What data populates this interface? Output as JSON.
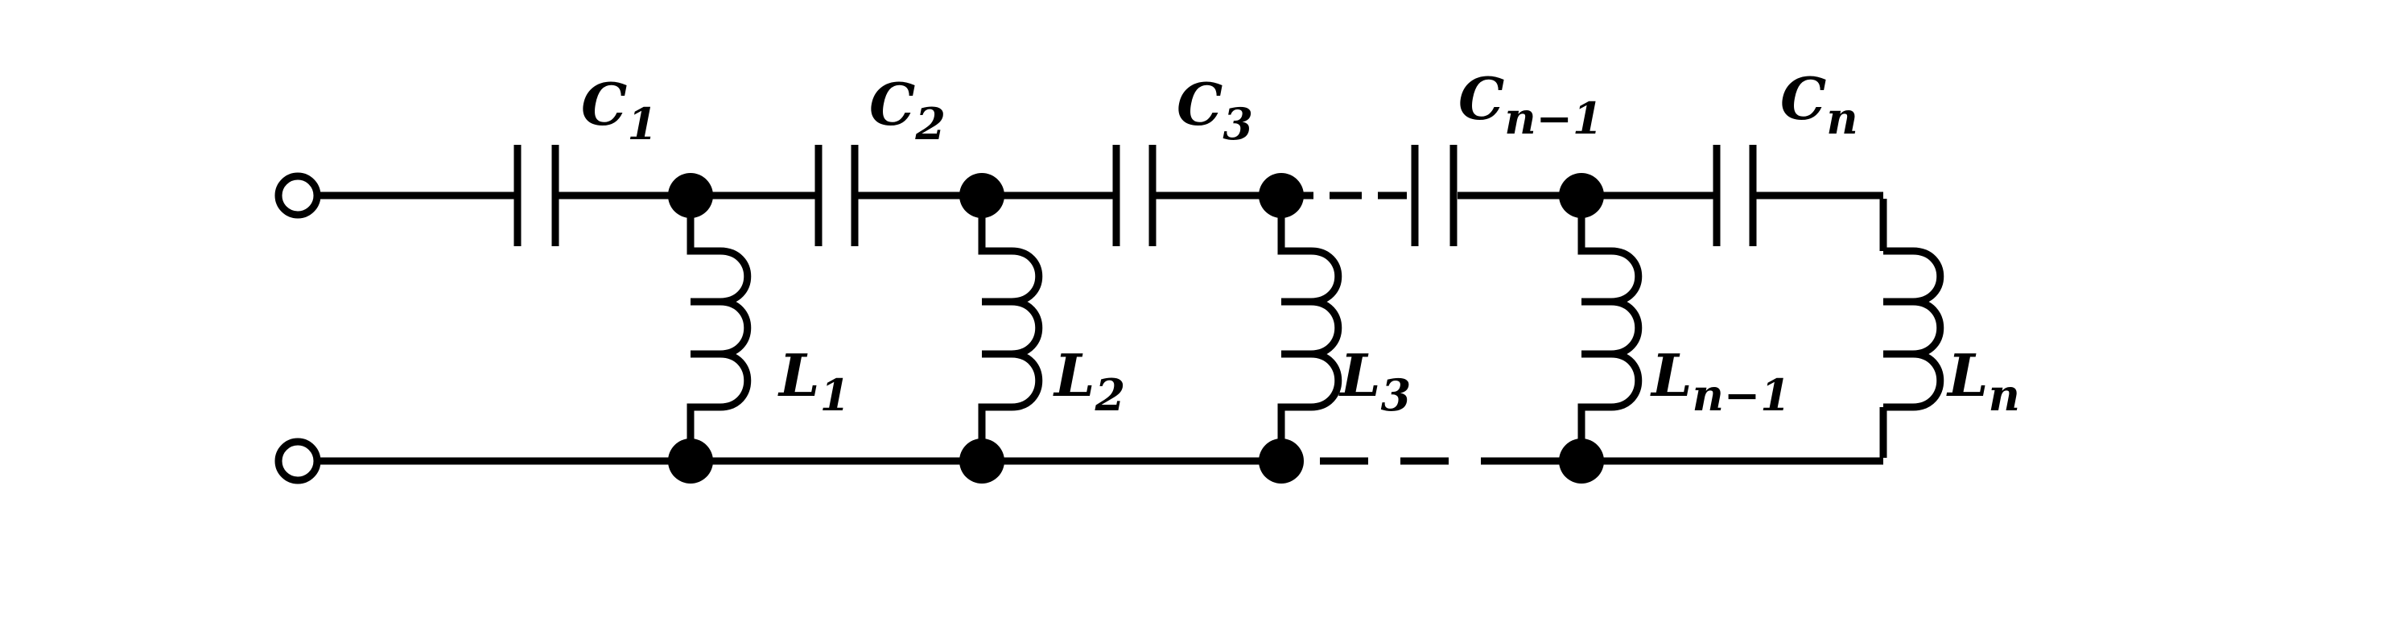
{
  "diagram": {
    "capacitors": [
      {
        "letter": "C",
        "sub": "1"
      },
      {
        "letter": "C",
        "sub": "2"
      },
      {
        "letter": "C",
        "sub": "3"
      },
      {
        "letter": "C",
        "sub": "n−1"
      },
      {
        "letter": "C",
        "sub": "n"
      }
    ],
    "inductors": [
      {
        "letter": "L",
        "sub": "1"
      },
      {
        "letter": "L",
        "sub": "2"
      },
      {
        "letter": "L",
        "sub": "3"
      },
      {
        "letter": "L",
        "sub": "n−1"
      },
      {
        "letter": "L",
        "sub": "n"
      }
    ],
    "colors": {
      "stroke": "#000000",
      "background": "#ffffff"
    }
  }
}
